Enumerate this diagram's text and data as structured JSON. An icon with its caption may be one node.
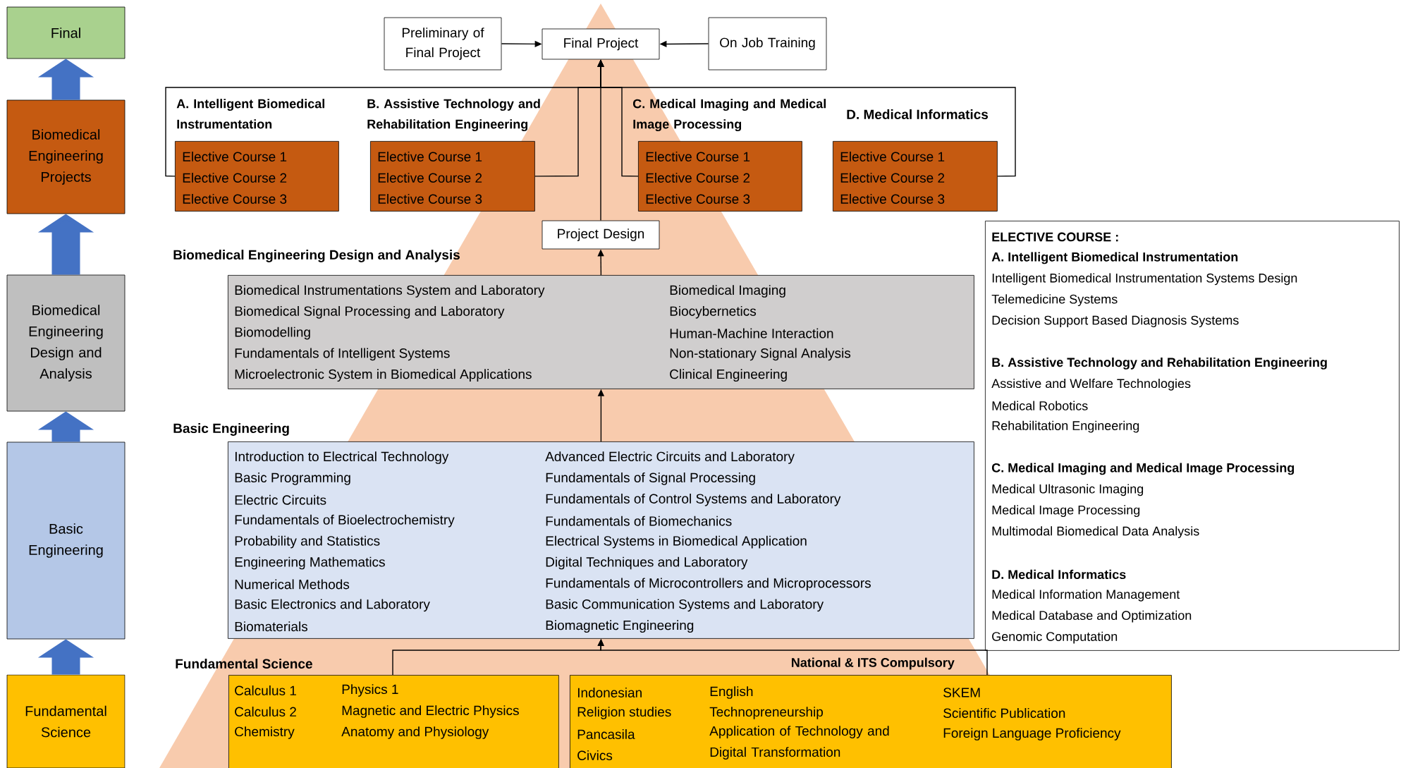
{
  "diagram": {
    "nodes": [
      {
        "text": [
          "Final"
        ]
      },
      {
        "text": [
          "Biomedical Engineering Projects"
        ]
      },
      {
        "text": [
          "Biomedical Engineering Design and Analysis"
        ]
      },
      {
        "text": [
          "Basic Engineering"
        ]
      },
      {
        "text": [
          "Fundamental Science"
        ]
      },
      {
        "text": [
          "Preliminary of Final Project"
        ]
      },
      {
        "text": [
          "Final Project"
        ]
      },
      {
        "text": [
          "On Job Training"
        ]
      },
      {
        "text": [
          "A. Intelligent Biomedical Instrumentation",
          "Elective Course 1",
          "Elective Course 2",
          "Elective Course 3"
        ]
      },
      {
        "text": [
          "B. Assistive Technology and Rehabilitation Engineering",
          "Elective Course 1",
          "Elective Course 2",
          "Elective Course 3"
        ]
      },
      {
        "text": [
          "C. Medical Imaging and Medical Image Processing",
          "Elective Course 1",
          "Elective Course 2",
          "Elective Course 3"
        ]
      },
      {
        "text": [
          "D. Medical Informatics",
          "Elective Course 1",
          "Elective Course 2",
          "Elective Course 3"
        ]
      },
      {
        "text": [
          "Project Design"
        ]
      },
      {
        "text": [
          "Biomedical Engineering Design and Analysis",
          "Biomedical Instrumentations System and Laboratory",
          "Biomedical Imaging",
          "Biomedical Signal Processing and Laboratory",
          "Biocybernetics",
          "Biomodelling",
          "Human-Machine Interaction",
          "Fundamentals of Intelligent Systems",
          "Non-stationary Signal Analysis",
          "Microelectronic System in Biomedical Applications",
          "Clinical Engineering"
        ]
      },
      {
        "text": [
          "Basic Engineering",
          "Introduction to Electrical Technology",
          "Advanced Electric Circuits and Laboratory",
          "Basic Programming",
          "Fundamentals of Signal Processing",
          "Electric Circuits",
          "Fundamentals of Control Systems and Laboratory",
          "Fundamentals of Bioelectrochemistry",
          "Fundamentals of Biomechanics",
          "Probability and Statistics",
          "Electrical Systems in Biomedical Application",
          "Engineering Mathematics",
          "Digital Techniques and Laboratory",
          "Numerical Methods",
          "Fundamentals of Microcontrollers and Microprocessors",
          "Basic Electronics and Laboratory",
          "Basic Communication Systems and Laboratory",
          "Biomaterials",
          "Biomagnetic Engineering"
        ]
      },
      {
        "text": [
          "Fundamental Science",
          "Calculus 1",
          "Physics 1",
          "Calculus 2",
          "Magnetic and Electric Physics",
          "Chemistry",
          "Anatomy and Physiology"
        ]
      },
      {
        "text": [
          "National & ITS Compulsory",
          "Indonesian",
          "English",
          "SKEM",
          "Religion studies",
          "Technopreneurship",
          "Scientific Publication",
          "Pancasila",
          "Application of Technology and Digital Transformation",
          "Foreign Language Proficiency",
          "Civics"
        ]
      },
      {
        "text": [
          "ELECTIVE COURSE :",
          "A. Intelligent Biomedical Instrumentation",
          "Intelligent Biomedical Instrumentation Systems Design",
          "Telemedicine Systems",
          "Decision Support Based Diagnosis Systems",
          "B. Assistive Technology and Rehabilitation Engineering",
          "Assistive and Welfare Technologies",
          "Medical Robotics",
          "Rehabilitation Engineering",
          "C. Medical Imaging and Medical Image Processing",
          "Medical Ultrasonic Imaging",
          "Medical Image Processing",
          "Multimodal Biomedical Data Analysis",
          "D. Medical Informatics",
          "Medical Information Management",
          "Medical Database and Optimization",
          "Genomic Computation"
        ]
      }
    ],
    "edges": [
      {
        "from": 4,
        "to": 3,
        "arrow": "to",
        "style": "thick",
        "color": "#4472c4"
      },
      {
        "from": 3,
        "to": 2,
        "arrow": "to",
        "style": "thick",
        "color": "#4472c4"
      },
      {
        "from": 2,
        "to": 1,
        "arrow": "to",
        "style": "thick",
        "color": "#4472c4"
      },
      {
        "from": 1,
        "to": 0,
        "arrow": "to",
        "style": "thick",
        "color": "#4472c4"
      },
      {
        "from": 5,
        "to": 6,
        "arrow": "to"
      },
      {
        "from": 7,
        "to": 6,
        "arrow": "to"
      },
      {
        "from": 8,
        "to": 6,
        "arrow": "to"
      },
      {
        "from": 9,
        "to": 6,
        "arrow": "to"
      },
      {
        "from": 10,
        "to": 6,
        "arrow": "to"
      },
      {
        "from": 11,
        "to": 6,
        "arrow": "to"
      },
      {
        "from": 12,
        "to": 6,
        "arrow": "to"
      },
      {
        "from": 13,
        "to": 12,
        "arrow": "to"
      },
      {
        "from": 14,
        "to": 13,
        "arrow": "to"
      },
      {
        "from": 15,
        "to": 14,
        "arrow": "to"
      },
      {
        "from": 16,
        "to": 14,
        "arrow": "to"
      }
    ]
  }
}
